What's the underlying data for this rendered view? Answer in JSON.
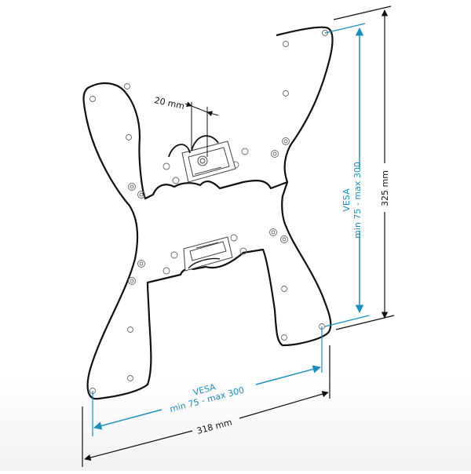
{
  "diagram": {
    "subject": "TV wall mount bracket (VESA plate)",
    "colors": {
      "outline": "#111111",
      "detail": "#555555",
      "vesa_accent": "#1a8fbf",
      "dimension": "#111111"
    },
    "dimensions": {
      "tilt_gap": {
        "label": "20 mm"
      },
      "height_total": {
        "label": "325 mm"
      },
      "width_total": {
        "label": "318 mm"
      },
      "vesa_vertical": {
        "title": "VESA",
        "range": "min 75 - max 300"
      },
      "vesa_horizontal": {
        "title": "VESA",
        "range": "min 75 - max 300"
      }
    }
  }
}
